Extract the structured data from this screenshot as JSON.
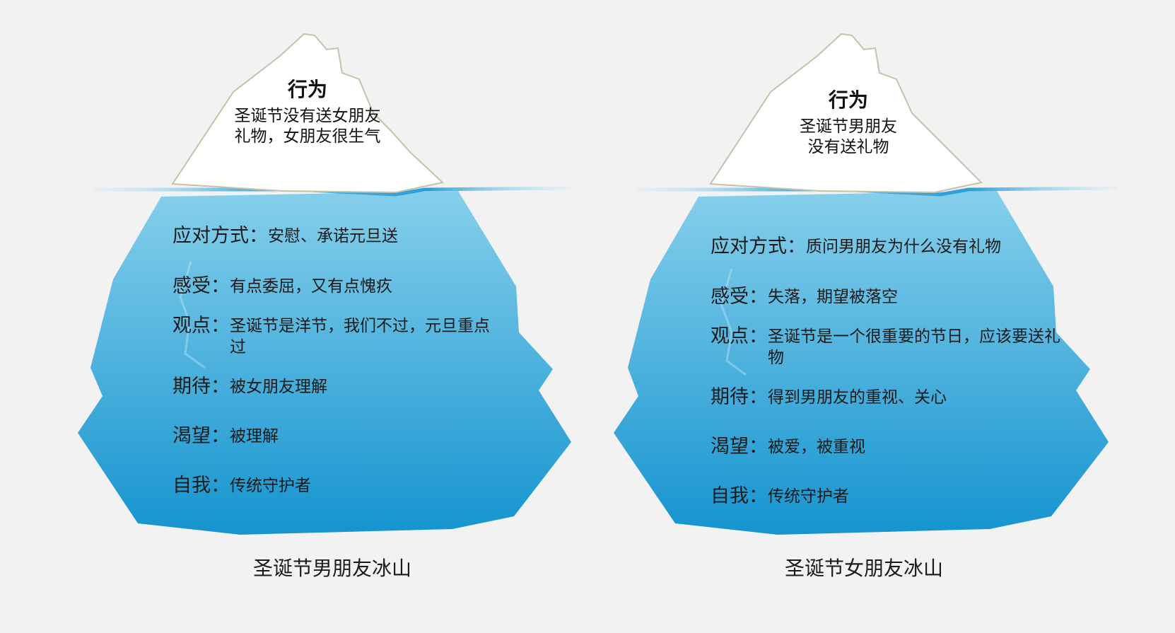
{
  "icebergs": [
    {
      "tip_title": "行为",
      "tip_body": "圣诞节没有送女朋友礼物，女朋友很生气",
      "layers": [
        {
          "label": "应对方式：",
          "value": "安慰、承诺元旦送"
        },
        {
          "label": "感受：",
          "value": "有点委屈，又有点愧疚"
        },
        {
          "label": "观点：",
          "value": "圣诞节是洋节，我们不过，元旦重点过"
        },
        {
          "label": "期待：",
          "value": "被女朋友理解"
        },
        {
          "label": "渴望：",
          "value": "被理解"
        },
        {
          "label": "自我：",
          "value": "传统守护者"
        }
      ],
      "caption": "圣诞节男朋友冰山"
    },
    {
      "tip_title": "行为",
      "tip_body": "圣诞节男朋友没有送礼物",
      "layers": [
        {
          "label": "应对方式：",
          "value": "质问男朋友为什么没有礼物"
        },
        {
          "label": "感受：",
          "value": "失落，期望被落空"
        },
        {
          "label": "观点：",
          "value": "圣诞节是一个很重要的节日，应该要送礼物"
        },
        {
          "label": "期待：",
          "value": "得到男朋友的重视、关心"
        },
        {
          "label": "渴望：",
          "value": "被爱，被重视"
        },
        {
          "label": "自我：",
          "value": "传统守护者"
        }
      ],
      "caption": "圣诞节女朋友冰山"
    }
  ],
  "colors": {
    "background": "#f2f2f2",
    "ice_top": "#7fcbe9",
    "ice_bottom": "#1795d0",
    "water_line": "#3aa7db",
    "tip_fill": "#ffffff",
    "tip_stroke": "#c8c0a8"
  }
}
